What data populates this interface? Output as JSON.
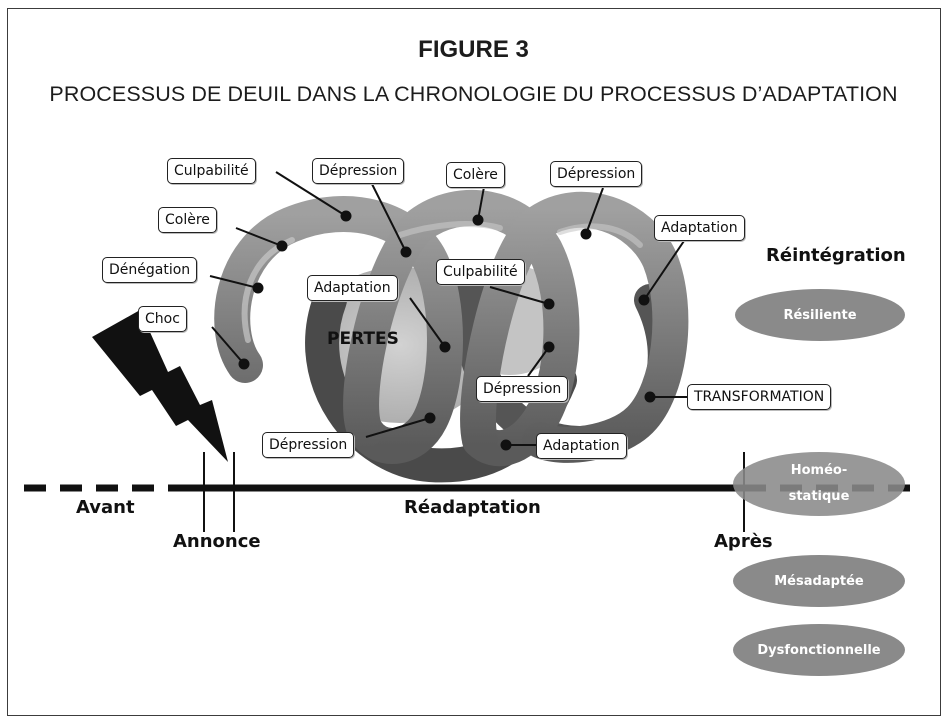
{
  "figure": {
    "title": "FIGURE 3",
    "subtitle": "PROCESSUS DE DEUIL DANS LA CHRONOLOGIE DU PROCESSUS D’ADAPTATION"
  },
  "spiral_center": "PERTES",
  "labels": {
    "culpabilite_1": "Culpabilité",
    "colere_1": "Colère",
    "denegation": "Dénégation",
    "choc": "Choc",
    "depression_1": "Dépression",
    "colere_2": "Colère",
    "depression_2": "Dépression",
    "adaptation_1": "Adaptation",
    "adaptation_2": "Adaptation",
    "culpabilite_2": "Culpabilité",
    "depression_3": "Dépression",
    "depression_4": "Dépression",
    "adaptation_3": "Adaptation",
    "transformation": "TRANSFORMATION"
  },
  "timeline": {
    "avant": "Avant",
    "readaptation": "Réadaptation",
    "annonce": "Annonce",
    "apres": "Après"
  },
  "outcomes": {
    "heading": "Réintégration",
    "items": [
      "Résiliente",
      "Homéo-\nstatique",
      "Mésadaptée",
      "Dysfonctionnelle"
    ]
  },
  "colors": {
    "oval_fill": "#8a8a8a",
    "spiral_gray": "#7a7a7a",
    "ink": "#111111"
  }
}
